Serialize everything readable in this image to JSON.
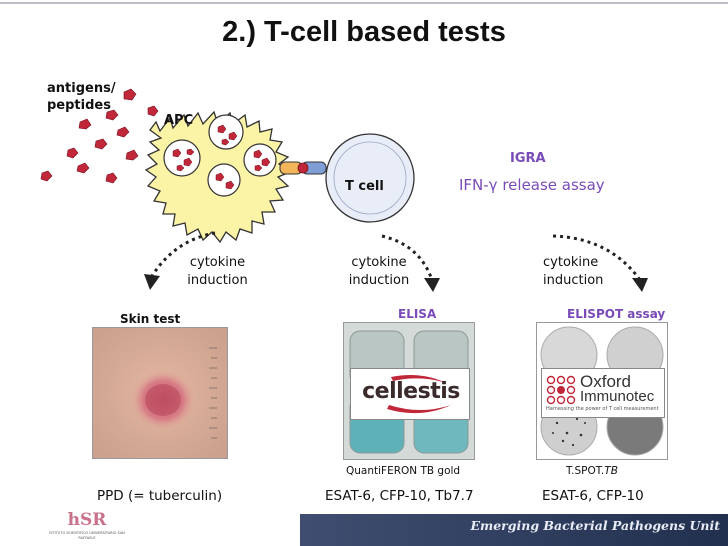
{
  "title": "2.) T-cell based tests",
  "diagram": {
    "antigens_label": "antigens/\npeptides",
    "apc_label": "APC",
    "tcell_label": "T cell",
    "igra_label": "IGRA",
    "igra_desc": "IFN-γ release assay",
    "cytokine_left": "cytokine\ninduction",
    "cytokine_mid": "cytokine\ninduction",
    "cytokine_right": "cytokine\ninduction"
  },
  "tests": [
    {
      "heading": "Skin test",
      "caption": "",
      "antigens": "PPD (= tuberculin)"
    },
    {
      "heading": "ELISA",
      "caption": "QuantiFERON TB gold",
      "antigens": "ESAT-6, CFP-10, Tb7.7"
    },
    {
      "heading": "ELISPOT assay",
      "caption_main": "T.SPOT.",
      "caption_italic": "TB",
      "antigens": "ESAT-6, CFP-10"
    }
  ],
  "logos": {
    "cellestis": "cellestis",
    "oxford_line1": "Oxford",
    "oxford_line2": "Immunotec",
    "oxford_tagline": "Harnessing the power of T cell measurement"
  },
  "footer": {
    "unit": "Emerging Bacterial Pathogens Unit",
    "hsr_logo": "hSR",
    "hsr_sub": "ISTITUTO SCIENTIFICO UNIVERSITARIO SAN RAFFAELE"
  },
  "colors": {
    "accent": "#7a4bb8",
    "apc_fill": "#fbf3a6",
    "tcell_fill": "#e8edf8",
    "antigen": "#c0283a",
    "footer": "#2e3c5e"
  }
}
